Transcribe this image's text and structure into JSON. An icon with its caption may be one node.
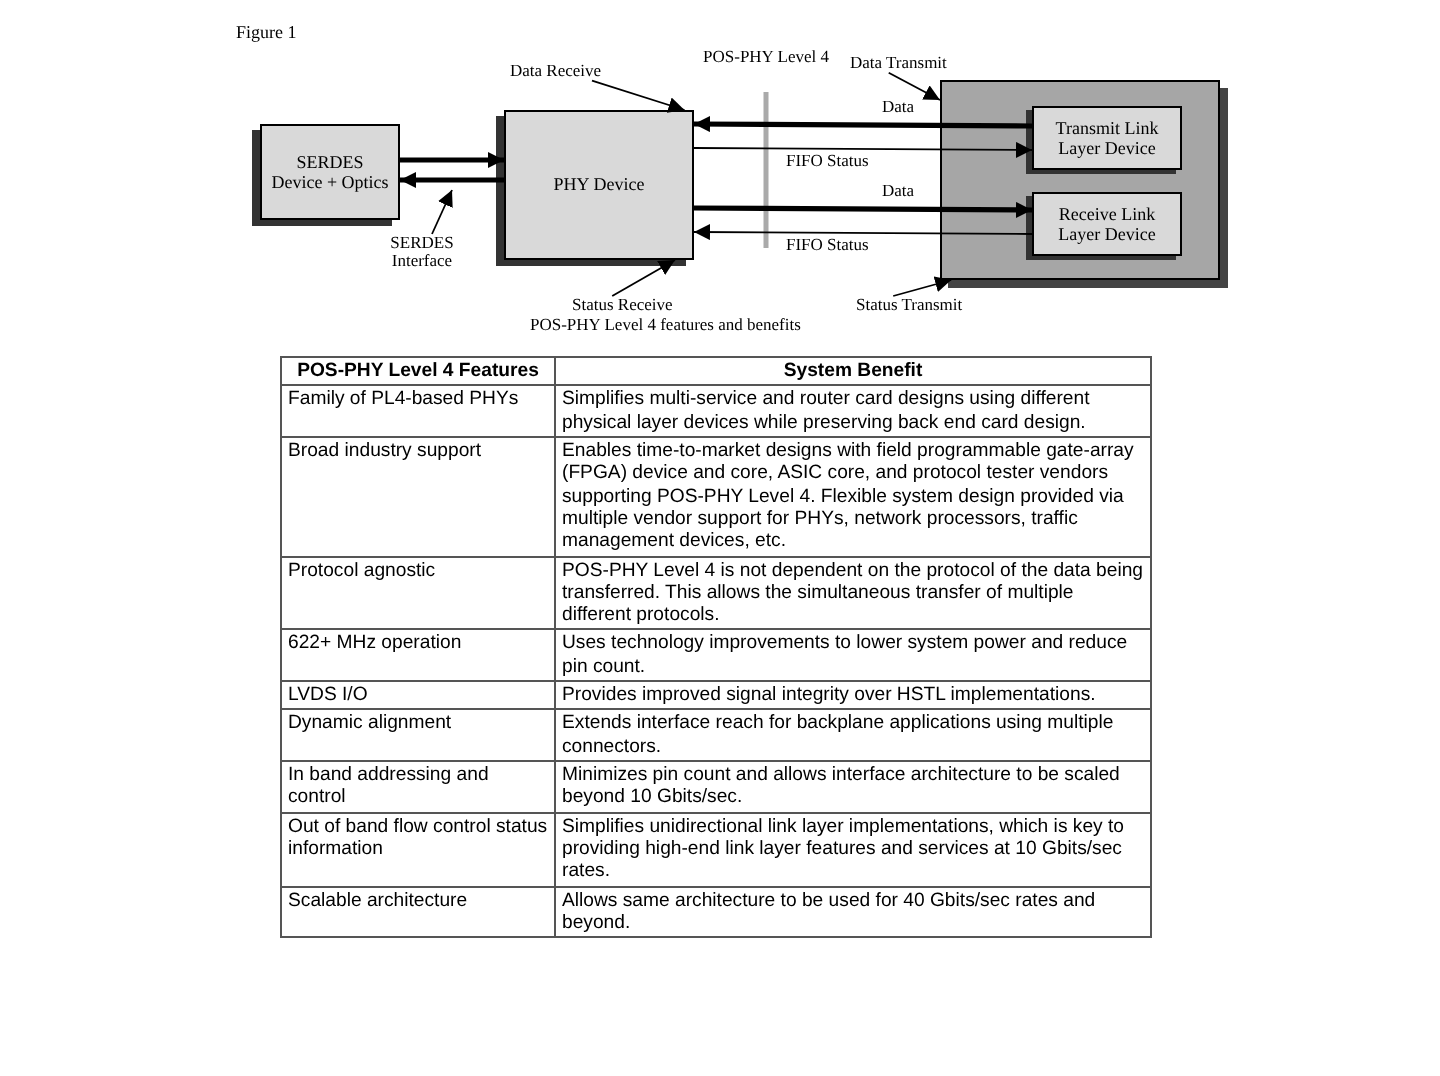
{
  "diagram": {
    "title": "Figure 1",
    "caption": "POS-PHY Level 4 features and benefits",
    "nodes": [
      {
        "text": [
          "SERDES Device + Optics"
        ]
      },
      {
        "text": [
          "PHY Device"
        ]
      },
      {
        "text": [],
        "shape": "box"
      },
      {
        "text": [
          "Transmit Link Layer Device"
        ],
        "in": 2
      },
      {
        "text": [
          "Receive Link Layer Device"
        ],
        "in": 2
      },
      {
        "text": [
          "Data Receive"
        ]
      },
      {
        "text": [
          "Data Transmit"
        ]
      },
      {
        "text": [
          "Status Receive"
        ]
      },
      {
        "text": [
          "Status Transmit"
        ]
      },
      {
        "text": [
          "SERDES Interface"
        ]
      }
    ],
    "edges": [
      {
        "from": 0,
        "to": 1,
        "arrow": "to",
        "style": "thick"
      },
      {
        "from": 1,
        "to": 0,
        "arrow": "to",
        "style": "thick"
      },
      {
        "from": 3,
        "to": 1,
        "arrow": "to",
        "label": "Data",
        "style": "thick"
      },
      {
        "from": 1,
        "to": 3,
        "arrow": "to",
        "label": "FIFO Status"
      },
      {
        "from": 1,
        "to": 4,
        "arrow": "to",
        "label": "Data",
        "style": "thick"
      },
      {
        "from": 4,
        "to": 1,
        "arrow": "to",
        "label": "FIFO Status"
      },
      {
        "from": 5,
        "to": 1,
        "arrow": "to"
      },
      {
        "from": 6,
        "to": 2,
        "arrow": "to"
      },
      {
        "from": 7,
        "to": 1,
        "arrow": "to"
      },
      {
        "from": 8,
        "to": 2,
        "arrow": "to"
      },
      {
        "from": 9,
        "to": null,
        "arrow": "to"
      }
    ],
    "labels": [
      "POS-PHY Level 4",
      "POS-PHY Level 4 Features",
      "System Benefit",
      "Family of PL4-based PHYs",
      "Simplifies multi-service and router card designs using different physical layer devices while preserving back end card design.",
      "Broad industry support",
      "Enables time-to-market designs with field programmable gate-array (FPGA) device and core, ASIC core, and protocol tester vendors supporting POS-PHY Level 4. Flexible system design provided via multiple vendor support for PHYs, network processors, traffic management devices, etc.",
      "Protocol agnostic",
      "POS-PHY Level 4 is not dependent on the protocol of the data being transferred. This allows the simultaneous transfer of multiple different protocols.",
      "622+ MHz operation",
      "Uses technology improvements to lower system power and reduce pin count.",
      "LVDS I/O",
      "Provides improved signal integrity over HSTL implementations.",
      "Dynamic alignment",
      "Extends interface reach for backplane applications using multiple connectors.",
      "In band addressing and control",
      "Minimizes pin count and allows interface architecture to be scaled beyond 10 Gbits/sec.",
      "Out of band flow control status information",
      "Simplifies unidirectional link layer implementations, which is key to providing high-end link layer features and services at 10 Gbits/sec rates.",
      "Scalable architecture",
      "Allows same architecture to be used for 40 Gbits/sec rates and beyond."
    ]
  }
}
